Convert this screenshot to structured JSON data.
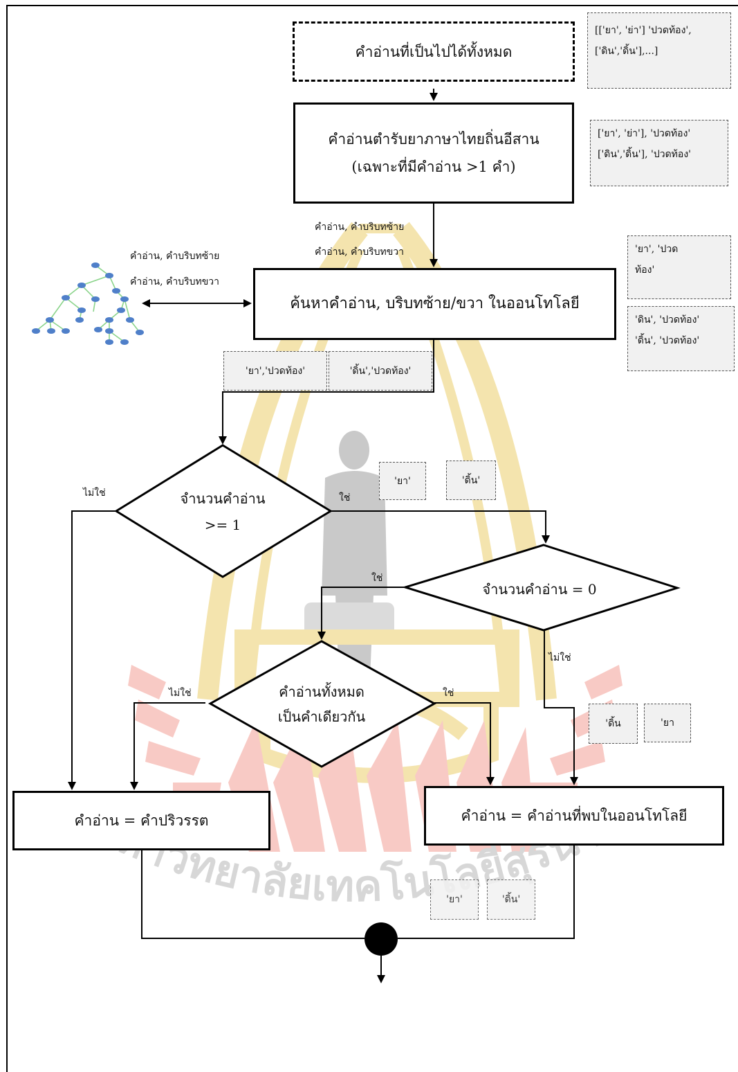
{
  "nodes": {
    "all_readings": "คำอ่านที่เป็นไปได้ทั้งหมด",
    "isan_readings_line1": "คำอ่านตำรับยาภาษาไทยถิ่นอีสาน",
    "isan_readings_line2": "(เฉพาะที่มีคำอ่าน >1 คำ)",
    "search_ontology": "ค้นหาคำอ่าน, บริบทซ้าย/ขวา ในออนโทโลยี",
    "decision_count_line1": "จำนวนคำอ่าน",
    "decision_count_line2": ">= 1",
    "decision_zero": "จำนวนคำอ่าน = 0",
    "decision_same_line1": "คำอ่านทั้งหมด",
    "decision_same_line2": "เป็นคำเดียวกัน",
    "result_transliteration": "คำอ่าน = คำปริวรรต",
    "result_ontology": "คำอ่าน = คำอ่านที่พบในออนโทโลยี"
  },
  "edge_labels": {
    "ctx_left_1": "คำอ่าน, คำบริบทซ้าย",
    "ctx_right_1": "คำอ่าน, คำบริบทขวา",
    "ctx_left_2": "คำอ่าน, คำบริบทซ้าย",
    "ctx_right_2": "คำอ่าน, คำบริบทขวา",
    "no_1": "ไม่ใช่",
    "yes_1": "ใช่",
    "yes_2": "ใช่",
    "no_2": "ไม่ใช่",
    "no_3": "ไม่ใช่",
    "yes_3": "ใช่"
  },
  "notes": {
    "all_line1": "[['ยา', 'ย่า'] 'ปวดท้อง',",
    "all_line2": "['ดิน','ดิ้น'],...]",
    "isan_line1": "['ยา', 'ย่า'], 'ปวดท้อง'",
    "isan_line2": "['ดิน','ดิ้น'], 'ปวดท้อง'",
    "ya_line1": "'ยา', 'ปวด",
    "ya_line2": "ท้อง'",
    "din_line1": "'ดิน', 'ปวดท้อง'",
    "din_line2": "'ดิ้น', 'ปวดท้อง'",
    "pair_ya": "'ยา','ปวดท้อง'",
    "pair_din": "'ดิ้น','ปวดท้อง'",
    "single_ya": "'ยา'",
    "single_din": "'ดิ้น'",
    "right_din": "'ดิ้น",
    "right_ya": "'ยา",
    "bottom_ya": "'ยา'",
    "bottom_din": "'ดิ้น'"
  },
  "watermark": "มหาวิทยาลัยเทคโนโลยีสุรนารี",
  "icons": [
    "ontology-tree-icon",
    "university-emblem-watermark"
  ]
}
